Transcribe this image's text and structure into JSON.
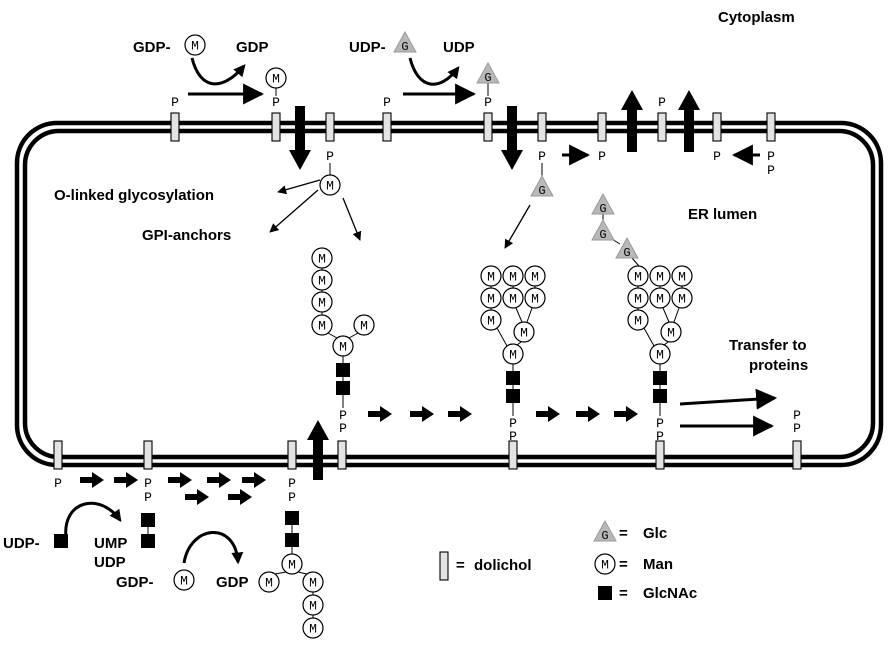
{
  "compartments": {
    "cytoplasm": "Cytoplasm",
    "er_lumen": "ER lumen"
  },
  "reactions": {
    "gdp_man_donor": "GDP-",
    "gdp_product": "GDP",
    "udp_glc_donor": "UDP-",
    "udp_product": "UDP",
    "udp_glcnac_donor": "UDP-",
    "ump_product": "UMP",
    "udp_product_2": "UDP",
    "gdp_man_donor_2": "GDP-",
    "gdp_product_2": "GDP"
  },
  "fates": {
    "o_linked": "O-linked glycosylation",
    "gpi": "GPI-anchors"
  },
  "transfer": {
    "line1": "Transfer to",
    "line2": "proteins"
  },
  "symbols": {
    "phosphate": "P",
    "mannose": "M",
    "glucose": "G"
  },
  "legend": {
    "eq": "=",
    "dolichol": "dolichol",
    "glc": "Glc",
    "man": "Man",
    "glcnac": "GlcNAc"
  },
  "colors": {
    "membrane": "#000000",
    "dolichol_fill": "#e3e3e3",
    "glc_fill": "#b8b8b8",
    "glcnac_fill": "#000000"
  }
}
